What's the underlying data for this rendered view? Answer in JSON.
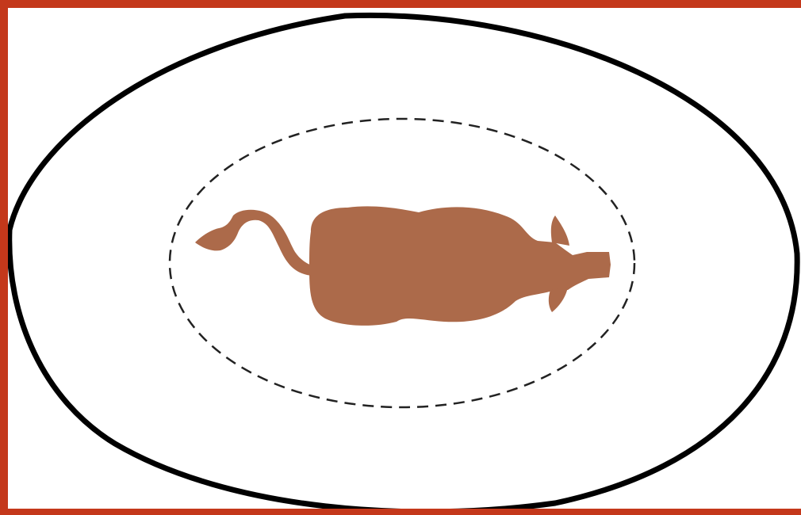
{
  "diagram": {
    "elements": [
      {
        "name": "outer-oval",
        "kind": "closed-curve",
        "line_style": "solid"
      },
      {
        "name": "inner-oval",
        "kind": "closed-curve",
        "line_style": "dashed"
      },
      {
        "name": "animal-silhouette",
        "kind": "silhouette",
        "depicts": "cow"
      }
    ]
  },
  "colors": {
    "frame": "#c4381b",
    "outer_oval": "#000000",
    "inner_oval": "#222222",
    "animal": "#ac6a4a",
    "background": "#ffffff"
  }
}
